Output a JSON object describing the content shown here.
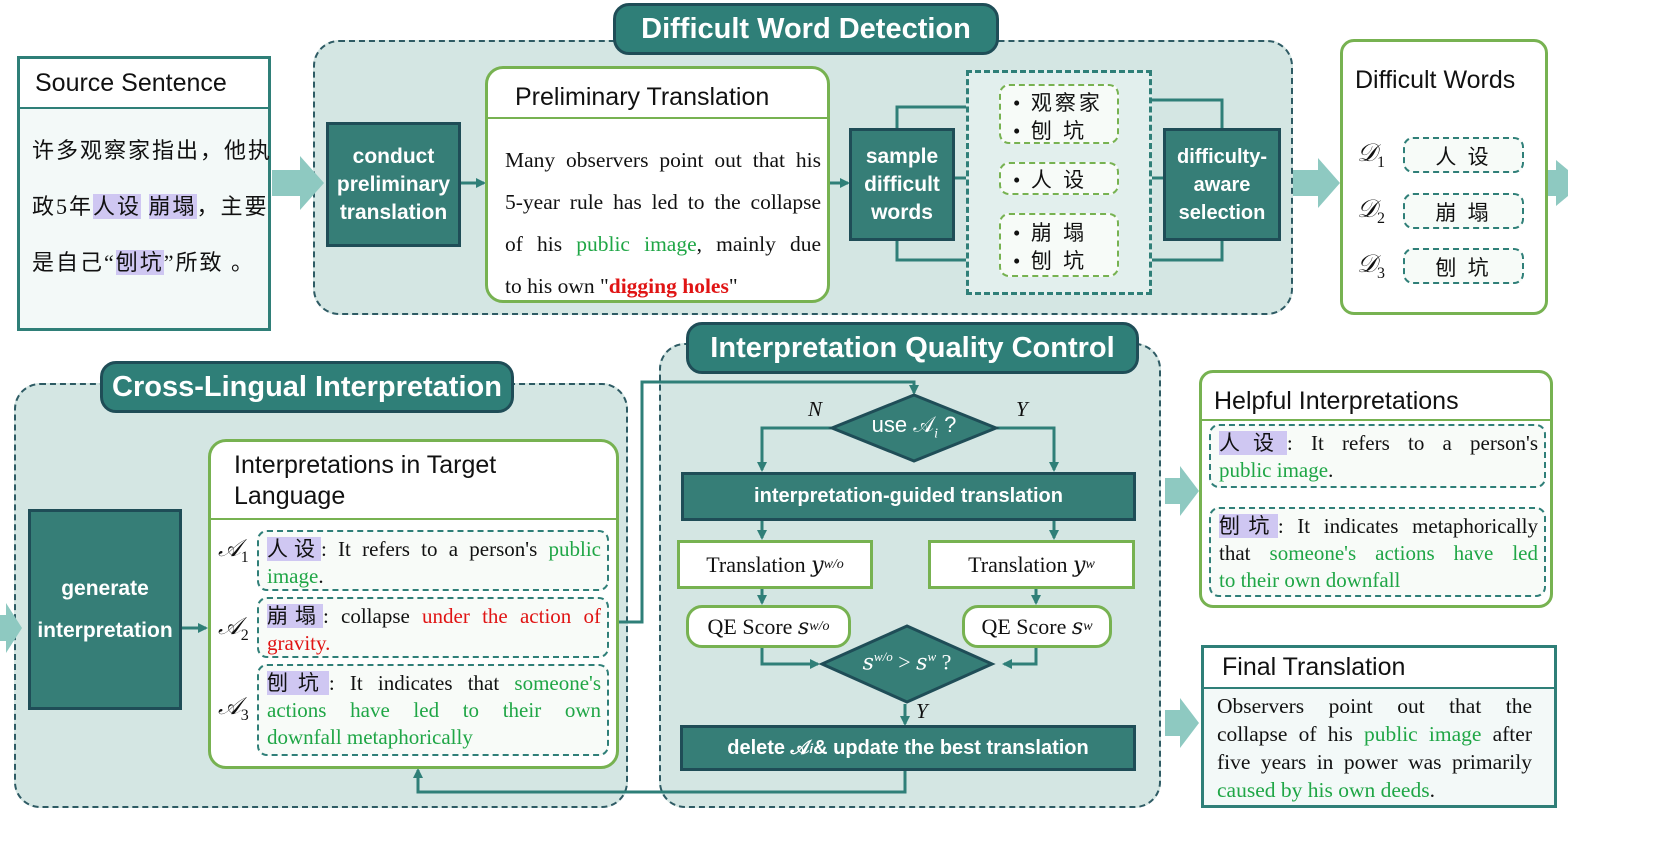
{
  "source": {
    "title": "Source Sentence",
    "l1a": "许多观察家指出，他执",
    "l2a": "政5年",
    "l2hl": "人设",
    "l2b": " ",
    "l2hl2": "崩塌",
    "l2c": "，主要",
    "l3a": "是自己“",
    "l3hl": "刨坑",
    "l3b": "”所致 。"
  },
  "detection": {
    "banner": "Difficult Word Detection",
    "conduct": "conduct preliminary translation",
    "prelim_title": "Preliminary Translation",
    "prelim_l1": "Many observers point out that his",
    "prelim_l2": "5-year rule has led to the collapse",
    "prelim_l3a": "of his ",
    "prelim_l3g": "public image",
    "prelim_l3b": ", mainly due",
    "prelim_l4a": "to his own \"",
    "prelim_l4r": "digging holes",
    "prelim_l4b": "\"",
    "sample": "sample difficult words",
    "samples": [
      "观察家",
      "刨 坑",
      "人 设",
      "崩 塌",
      "刨 坑"
    ],
    "bullet": "•",
    "selection": "difficulty-aware selection"
  },
  "difficult_words": {
    "title": "Difficult Words",
    "items": [
      {
        "label": "𝒟",
        "sub": "1",
        "word": "人 设"
      },
      {
        "label": "𝒟",
        "sub": "2",
        "word": "崩 塌"
      },
      {
        "label": "𝒟",
        "sub": "3",
        "word": "刨 坑"
      }
    ]
  },
  "cross": {
    "banner": "Cross-Lingual Interpretation",
    "generate": "generate interpretation",
    "card_title": "Interpretations in Target Language",
    "a_label": "𝒜",
    "a1_sub": "1",
    "a1_hl": "人设",
    "a1_t": ": It refers to a person's ",
    "a1_g1": "public",
    "a1_g2": "image",
    "a1_end": ".",
    "a2_sub": "2",
    "a2_hl": "崩塌",
    "a2_t": ": collapse ",
    "a2_r1": "under the action of",
    "a2_r2": "gravity",
    "a2_end": ".",
    "a3_sub": "3",
    "a3_hl": "刨坑",
    "a3_t": ": It indicates that ",
    "a3_g1": "someone's",
    "a3_g2": "actions have led to their own",
    "a3_g3": "downfall metaphorically"
  },
  "qc": {
    "banner": "Interpretation Quality Control",
    "n": "N",
    "y": "Y",
    "use": "use 𝒜",
    "use_sub": "i",
    "use_q": " ?",
    "guided": "interpretation-guided translation",
    "trans_wo": "Translation 𝑦",
    "trans_wo_sup": "w/o",
    "trans_w": "Translation 𝑦",
    "trans_w_sup": "w",
    "qe_wo": "QE Score 𝑠",
    "qe_wo_sup": "w/o",
    "qe_w": "QE Score 𝑠",
    "qe_w_sup": "w",
    "cmp_s1": "𝑠",
    "cmp_sup1": "w/o",
    "cmp_gt": " > ",
    "cmp_s2": "𝑠",
    "cmp_sup2": "w",
    "cmp_q": " ?",
    "y2": "Y",
    "delete_a": "delete 𝒜",
    "delete_sub": "i",
    "delete_b": " & update the best translation"
  },
  "helpful": {
    "title": "Helpful Interpretations",
    "h1_hl": "人设",
    "h1_l1": ": It refers to a person's",
    "h1_g": "public image",
    "h1_end": ".",
    "h2_hl": "刨坑",
    "h2_l1": ": It indicates metaphorically",
    "h2_l2a": "that ",
    "h2_l2g": "someone's actions have led",
    "h2_l3g": "to their own downfall"
  },
  "final": {
    "title": "Final Translation",
    "l1": "Observers point out that the",
    "l2a": "collapse of his ",
    "l2g": "public image",
    "l2b": " after",
    "l3": "five years in power was primarily",
    "l4g": "caused by his own deeds",
    "l4b": "."
  },
  "colors": {
    "panel": "#d4e6e3",
    "teal": "#367e77",
    "dark": "#1f4d57",
    "green_border": "#77b251",
    "arrow": "#8ec9c1",
    "highlight": "#cfc7f2"
  }
}
